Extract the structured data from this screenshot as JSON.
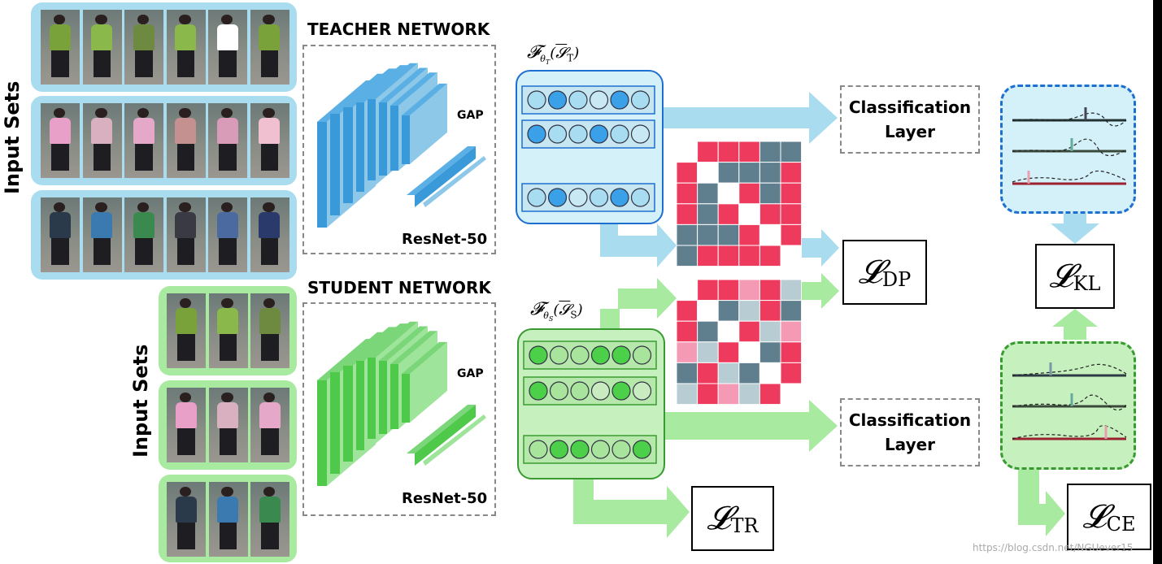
{
  "left_label_top": "Input Sets",
  "left_label_bottom": "Input Sets",
  "teacher": {
    "title": "TEACHER NETWORK",
    "backbone": "ResNet-50",
    "pool": "GAP"
  },
  "student": {
    "title": "STUDENT NETWORK",
    "backbone": "ResNet-50",
    "pool": "GAP"
  },
  "teacher_feature_label": "𝓕θT(Ŝ T)",
  "student_feature_label": "𝓕θS(Ŝ S)",
  "classification_top": {
    "line1": "Classification",
    "line2": "Layer"
  },
  "classification_bottom": {
    "line1": "Classification",
    "line2": "Layer"
  },
  "losses": {
    "dp": {
      "symbol": "𝓛",
      "sub": "DP"
    },
    "kl": {
      "symbol": "𝓛",
      "sub": "KL"
    },
    "tr": {
      "symbol": "𝓛",
      "sub": "TR"
    },
    "ce": {
      "symbol": "𝓛",
      "sub": "CE"
    }
  },
  "colors": {
    "teacher_blue": "#a8dcee",
    "teacher_dark": "#3a9ad9",
    "student_green": "#a8eaa0",
    "student_dark": "#4fc94a",
    "matrix_red": "#ee3a5c",
    "matrix_gray": "#5f7f8f",
    "matrix_pink": "#f59ab5",
    "matrix_light": "#b8cdd3"
  },
  "watermark": "https://blog.csdn.net/NGUever15"
}
